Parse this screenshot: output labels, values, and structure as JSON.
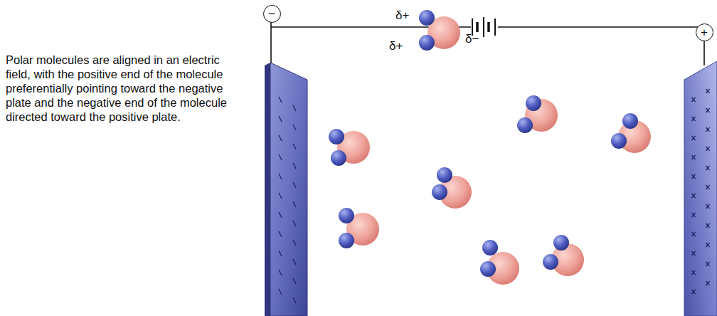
{
  "diagram": {
    "caption": "Polar molecules are aligned in an electric field, with the positive end of the molecule preferentially pointing toward the negative plate and the negative end of the molecule directed toward the positive plate.",
    "nodes": [
      {
        "text": [
          "−"
        ]
      },
      {
        "text": [
          "+"
        ]
      }
    ],
    "labels": [
      "δ+",
      "δ+",
      "δ−"
    ]
  }
}
